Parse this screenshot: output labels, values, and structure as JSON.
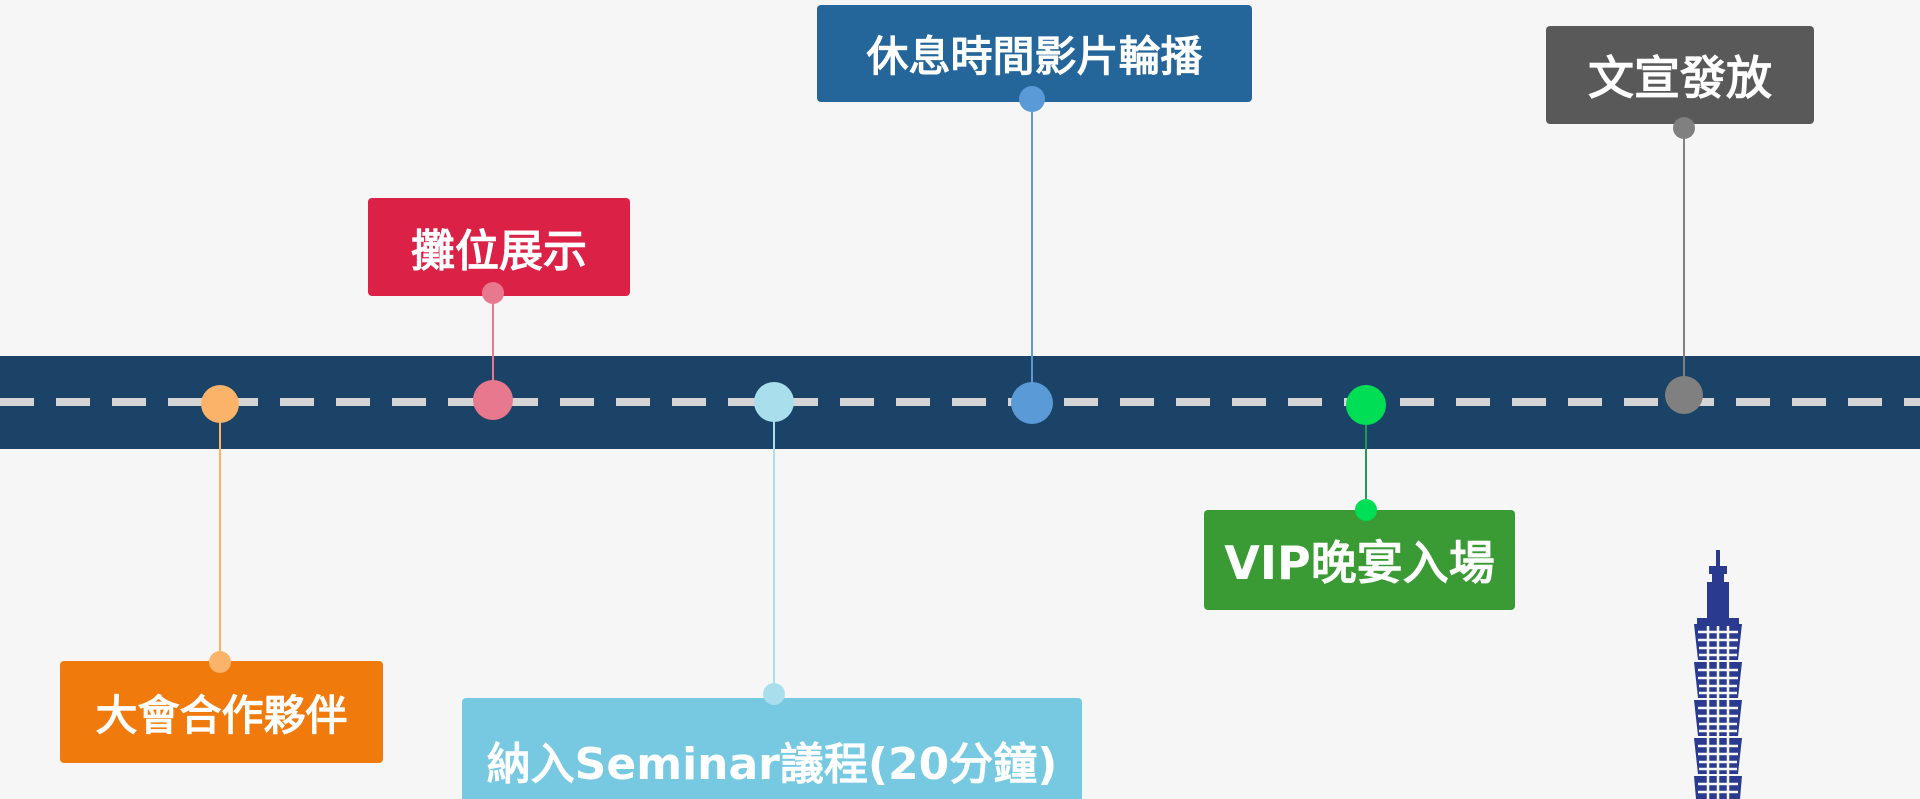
{
  "milestones": [
    {
      "label": "大會合作夥伴",
      "color": "#f07b0c",
      "accent": "#fbb36a"
    },
    {
      "label": "攤位展示",
      "color": "#dc2147",
      "accent": "#e8788d"
    },
    {
      "label": "納入Seminar議程(20分鐘)",
      "color": "#76c9e0",
      "accent": "#a9dfec"
    },
    {
      "label": "休息時間影片輪播",
      "color": "#25669a",
      "accent": "#5a9bd7"
    },
    {
      "label": "VIP晚宴入場",
      "color": "#3a9b35",
      "accent": "#00de56"
    },
    {
      "label": "文宣發放",
      "color": "#595959",
      "accent": "#808080"
    }
  ],
  "road": {
    "color": "#1b4367",
    "dash_color": "#d5d5d5"
  },
  "landmark": {
    "icon": "taipei-101-tower-icon",
    "color": "#2a3b8f"
  }
}
